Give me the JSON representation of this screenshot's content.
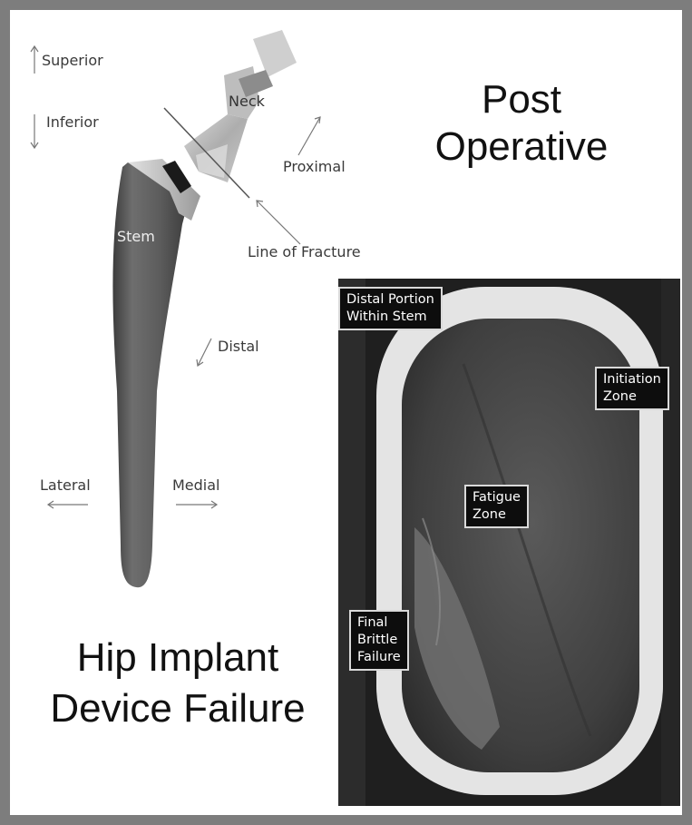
{
  "titles": {
    "post_line1": "Post",
    "post_line2": "Operative",
    "main_line1": "Hip Implant",
    "main_line2": "Device Failure"
  },
  "implant_labels": {
    "neck": "Neck",
    "stem": "Stem",
    "line_of_fracture": "Line of Fracture"
  },
  "directions": {
    "superior": "Superior",
    "inferior": "Inferior",
    "proximal": "Proximal",
    "distal": "Distal",
    "lateral": "Lateral",
    "medial": "Medial"
  },
  "fracture_photo_labels": {
    "distal_portion_line1": "Distal Portion",
    "distal_portion_line2": "Within Stem",
    "initiation_line1": "Initiation",
    "initiation_line2": "Zone",
    "fatigue_line1": "Fatigue",
    "fatigue_line2": "Zone",
    "brittle_line1": "Final",
    "brittle_line2": "Brittle",
    "brittle_line3": "Failure"
  },
  "colors": {
    "frame": "#7d7d7d",
    "label_background": "#0d0d0d",
    "label_text": "#ffffff"
  }
}
